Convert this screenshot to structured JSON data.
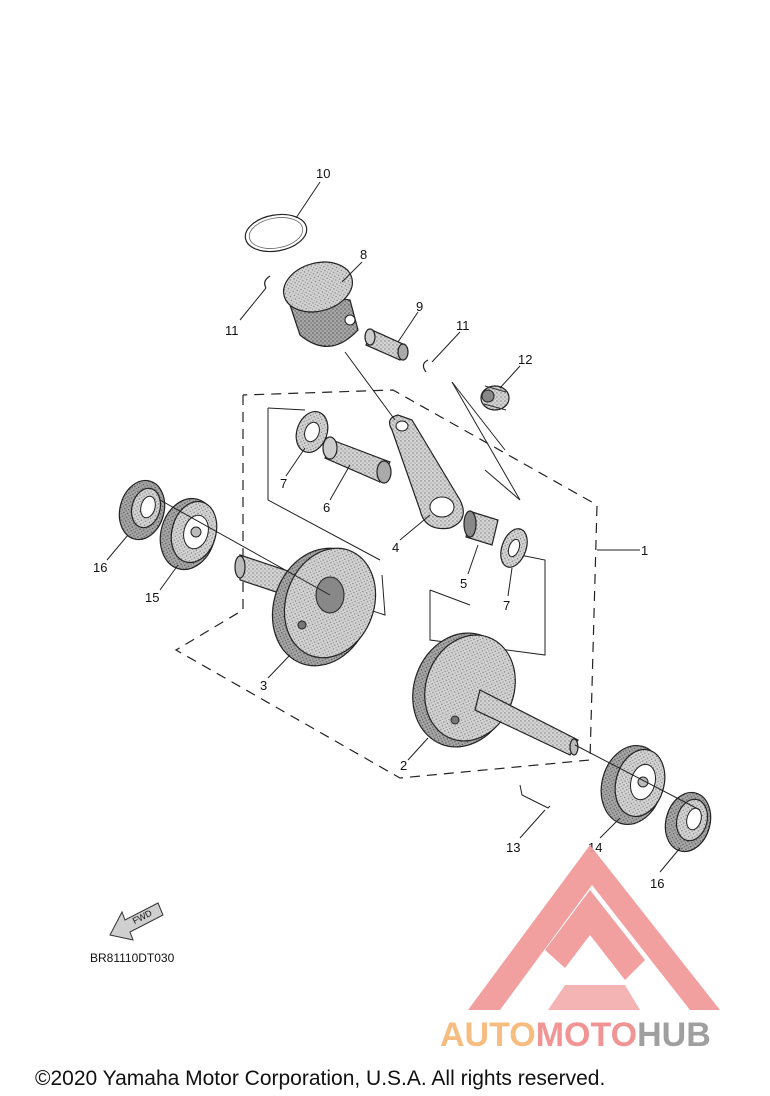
{
  "parts": [
    {
      "id": "p1",
      "label": "1"
    },
    {
      "id": "p2",
      "label": "2"
    },
    {
      "id": "p3",
      "label": "3"
    },
    {
      "id": "p4",
      "label": "4"
    },
    {
      "id": "p5",
      "label": "5"
    },
    {
      "id": "p6",
      "label": "6"
    },
    {
      "id": "p7a",
      "label": "7"
    },
    {
      "id": "p7b",
      "label": "7"
    },
    {
      "id": "p8",
      "label": "8"
    },
    {
      "id": "p9",
      "label": "9"
    },
    {
      "id": "p10",
      "label": "10"
    },
    {
      "id": "p11a",
      "label": "11"
    },
    {
      "id": "p11b",
      "label": "11"
    },
    {
      "id": "p12",
      "label": "12"
    },
    {
      "id": "p13",
      "label": "13"
    },
    {
      "id": "p14",
      "label": "14"
    },
    {
      "id": "p15",
      "label": "15"
    },
    {
      "id": "p16a",
      "label": "16"
    },
    {
      "id": "p16b",
      "label": "16"
    }
  ],
  "fwd_label": "FWD",
  "diagram_code": "BR81110DT030",
  "watermark": {
    "part1": "AUTO",
    "part2": "MOTO",
    "part3": "HUB",
    "color1": "#f7b97a",
    "color2": "#f08f8f",
    "color3": "#9a9a9a"
  },
  "copyright": "©2020 Yamaha Motor Corporation, U.S.A. All rights reserved."
}
